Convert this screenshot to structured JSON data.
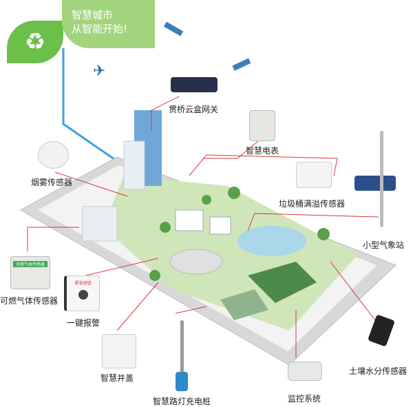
{
  "banner": {
    "line1": "智慧城市",
    "line2": "从智能开始!",
    "icon": "recycle-icon"
  },
  "labels": {
    "gateway": "贯桥云盒网关",
    "meter": "智慧电表",
    "smoke": "烟雾传感器",
    "trash": "垃圾桶满溢传感器",
    "weather": "小型气象站",
    "gas": "可燃气体传感器",
    "alarm": "一键报警",
    "manhole": "智慧井盖",
    "streetlight": "智慧路灯充电桩",
    "camera": "监控系统",
    "soil": "土壤水分传感器"
  },
  "device_text": {
    "gas_panel": "可燃气体传感器",
    "alarm_panel": "紧急按钮"
  },
  "colors": {
    "green": "#6cbf4a",
    "light_green": "#a2d47e",
    "leader": "#d9363e",
    "tablet": "#e4e4e4"
  }
}
